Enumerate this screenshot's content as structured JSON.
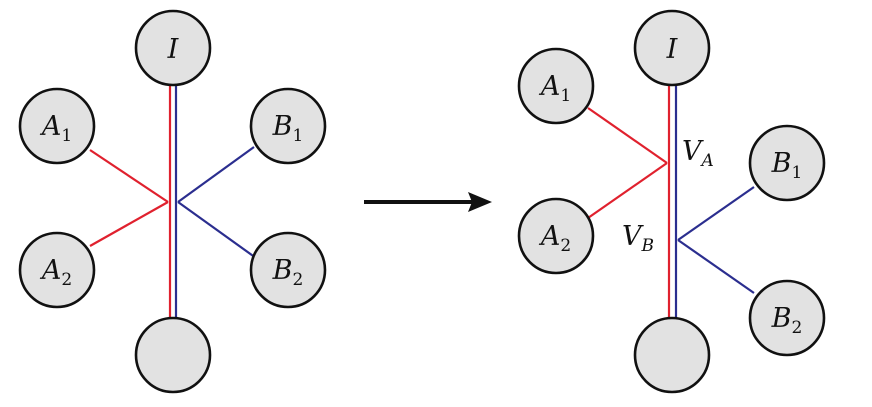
{
  "colors": {
    "red": "#e0212e",
    "blue": "#2b2e8f",
    "node_fill": "#e2e2e2",
    "stroke": "#111111"
  },
  "left": {
    "I": {
      "main": "I",
      "sub": ""
    },
    "A1": {
      "main": "A",
      "sub": "1"
    },
    "A2": {
      "main": "A",
      "sub": "2"
    },
    "B1": {
      "main": "B",
      "sub": "1"
    },
    "B2": {
      "main": "B",
      "sub": "2"
    },
    "bottom": {
      "main": "",
      "sub": ""
    }
  },
  "right": {
    "I": {
      "main": "I",
      "sub": ""
    },
    "A1": {
      "main": "A",
      "sub": "1"
    },
    "A2": {
      "main": "A",
      "sub": "2"
    },
    "B1": {
      "main": "B",
      "sub": "1"
    },
    "B2": {
      "main": "B",
      "sub": "2"
    },
    "bottom": {
      "main": "",
      "sub": ""
    },
    "VA": {
      "main": "V",
      "sub": "A"
    },
    "VB": {
      "main": "V",
      "sub": "B"
    }
  }
}
